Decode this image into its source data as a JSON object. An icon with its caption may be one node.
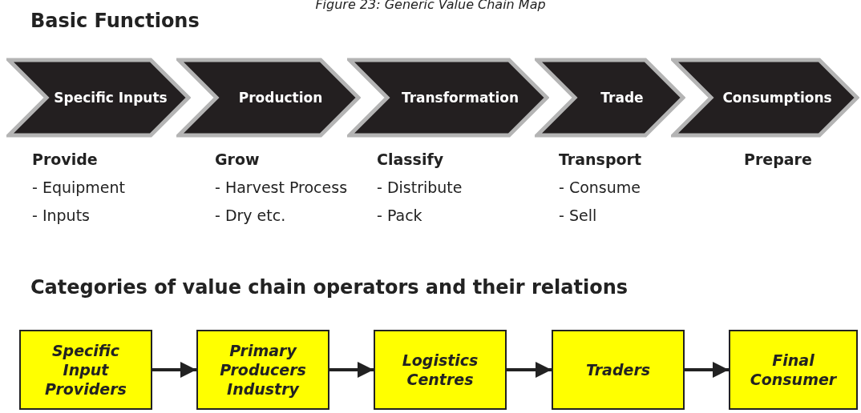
{
  "diagram": {
    "title": "Figure 23: Generic Value Chain Map",
    "nodes": [
      {
        "text": [
          "Specific Inputs"
        ],
        "beside": [
          "Provide",
          "- Equipment",
          "- Inputs"
        ]
      },
      {
        "text": [
          "Production"
        ],
        "beside": [
          "Grow",
          "- Harvest Process",
          "- Dry etc."
        ]
      },
      {
        "text": [
          "Transformation"
        ],
        "beside": [
          "Classify",
          "- Distribute",
          "- Pack"
        ]
      },
      {
        "text": [
          "Trade"
        ],
        "beside": [
          "Transport",
          "- Consume",
          "- Sell"
        ]
      },
      {
        "text": [
          "Consumptions"
        ],
        "beside": [
          "Prepare"
        ]
      },
      {
        "text": [
          "Specific Input Providers"
        ]
      },
      {
        "text": [
          "Primary Producers Industry"
        ]
      },
      {
        "text": [
          "Logistics Centres"
        ]
      },
      {
        "text": [
          "Traders"
        ]
      },
      {
        "text": [
          "Final Consumer"
        ]
      }
    ],
    "edges": [
      {
        "from": 5,
        "to": 6,
        "arrow": "to"
      },
      {
        "from": 6,
        "to": 7,
        "arrow": "to"
      },
      {
        "from": 7,
        "to": 8,
        "arrow": "to"
      },
      {
        "from": 8,
        "to": 9,
        "arrow": "to"
      }
    ],
    "labels": [
      "Basic Functions",
      "Categories of value chain operators and their relations"
    ]
  }
}
